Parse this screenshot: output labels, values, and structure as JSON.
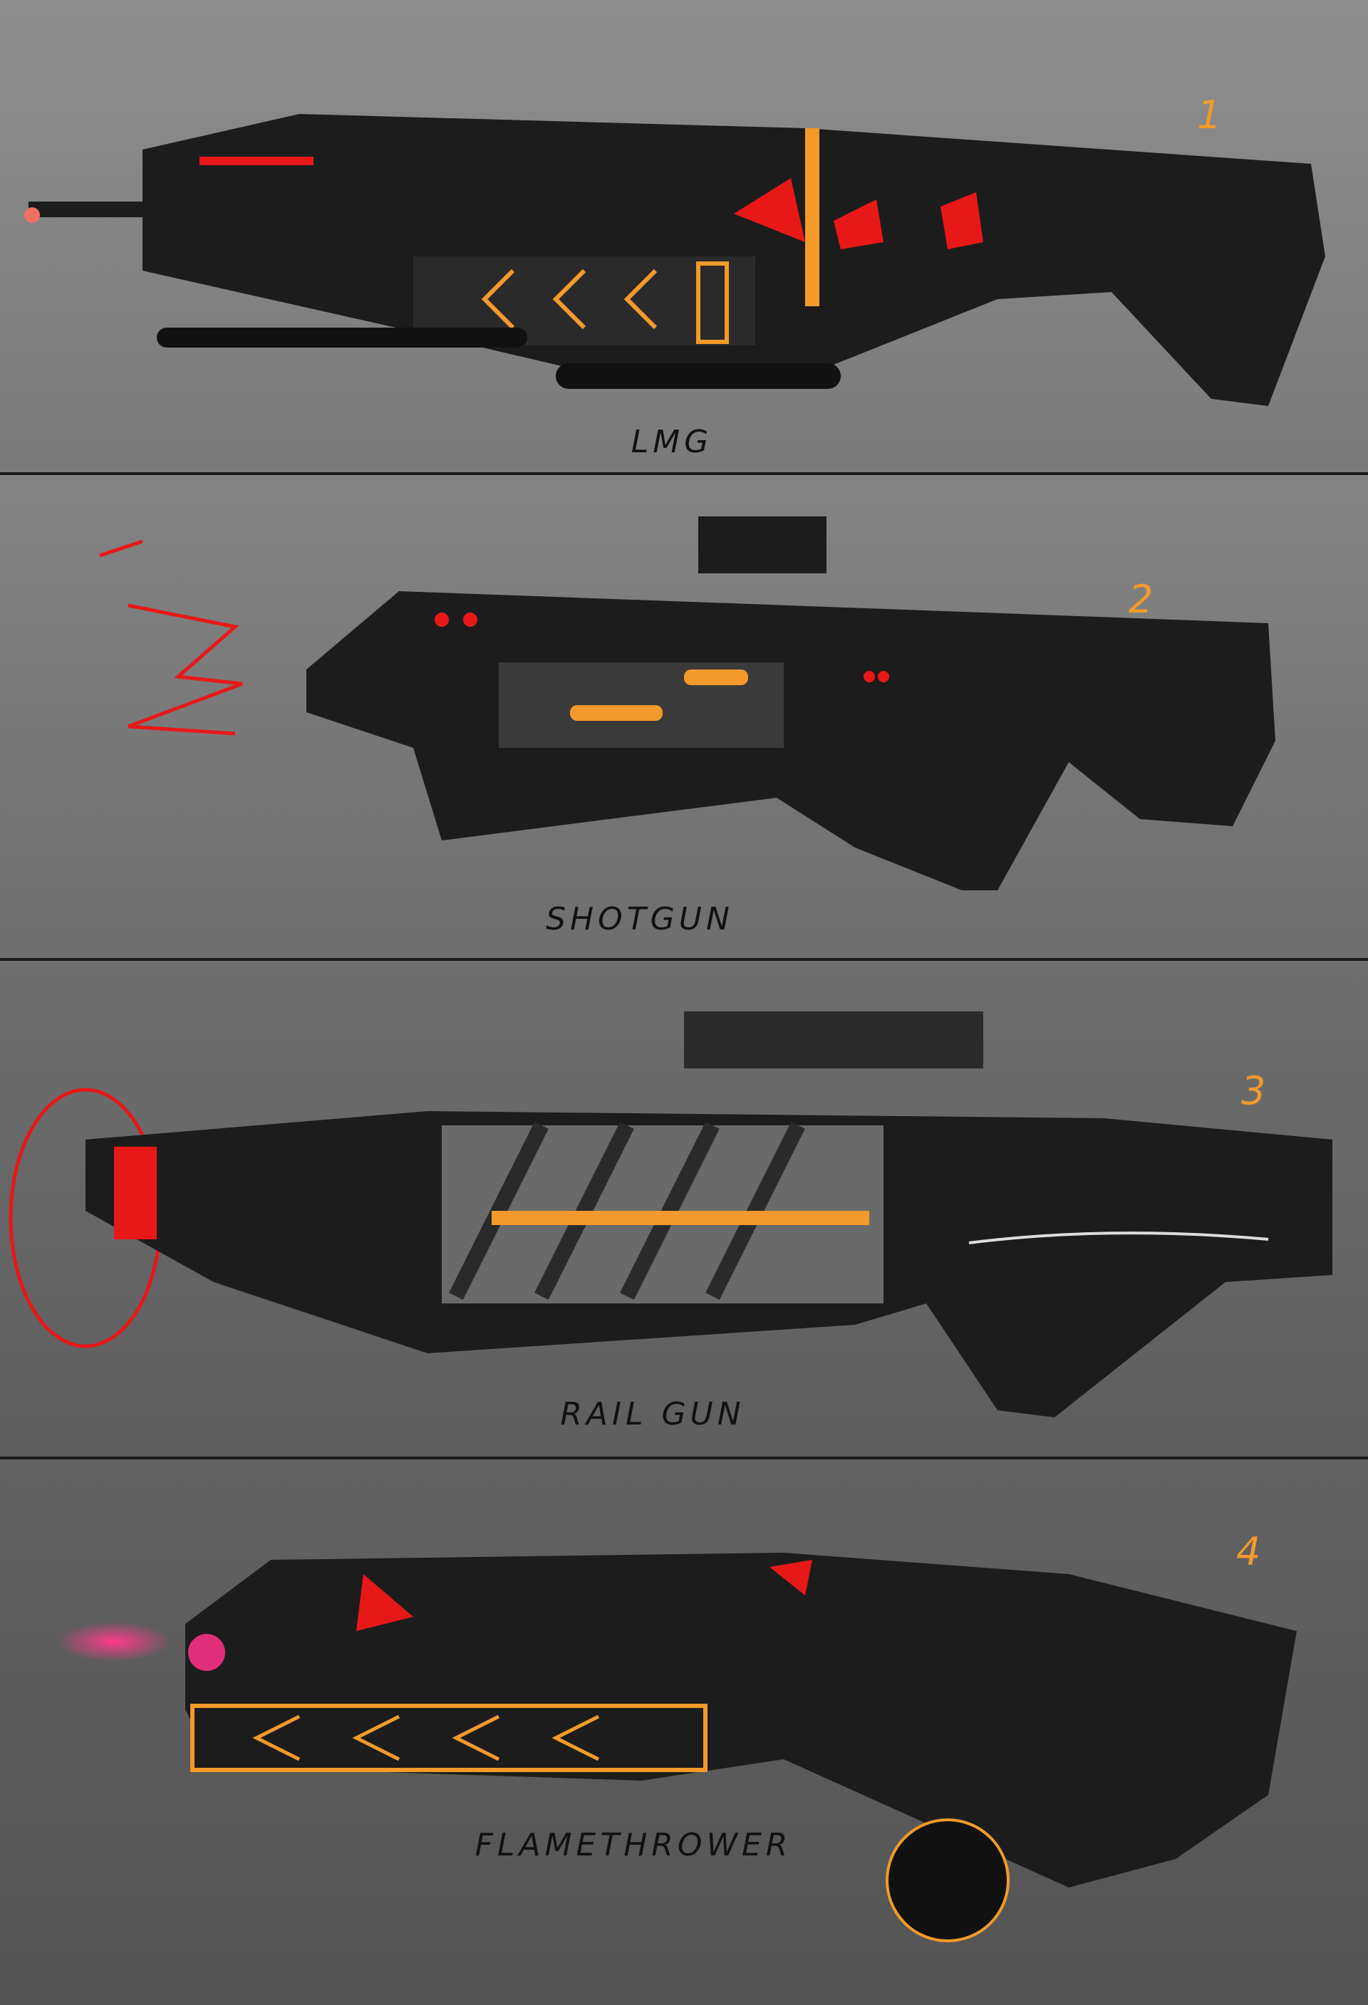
{
  "artwork": {
    "panels": [
      {
        "number": "1",
        "label": "LMG"
      },
      {
        "number": "2",
        "label": "SHOTGUN"
      },
      {
        "number": "3",
        "label": "RAIL GUN"
      },
      {
        "number": "4",
        "label": "FLAMETHROWER"
      }
    ],
    "colors": {
      "background_top": "#8a8a8a",
      "background_bottom": "#5a5a5a",
      "gun_body": "#1c1c1c",
      "accent_orange": "#f39a2a",
      "accent_red": "#e81818",
      "divider": "#1a1a1a",
      "flame_magenta": "#e0307a"
    }
  }
}
